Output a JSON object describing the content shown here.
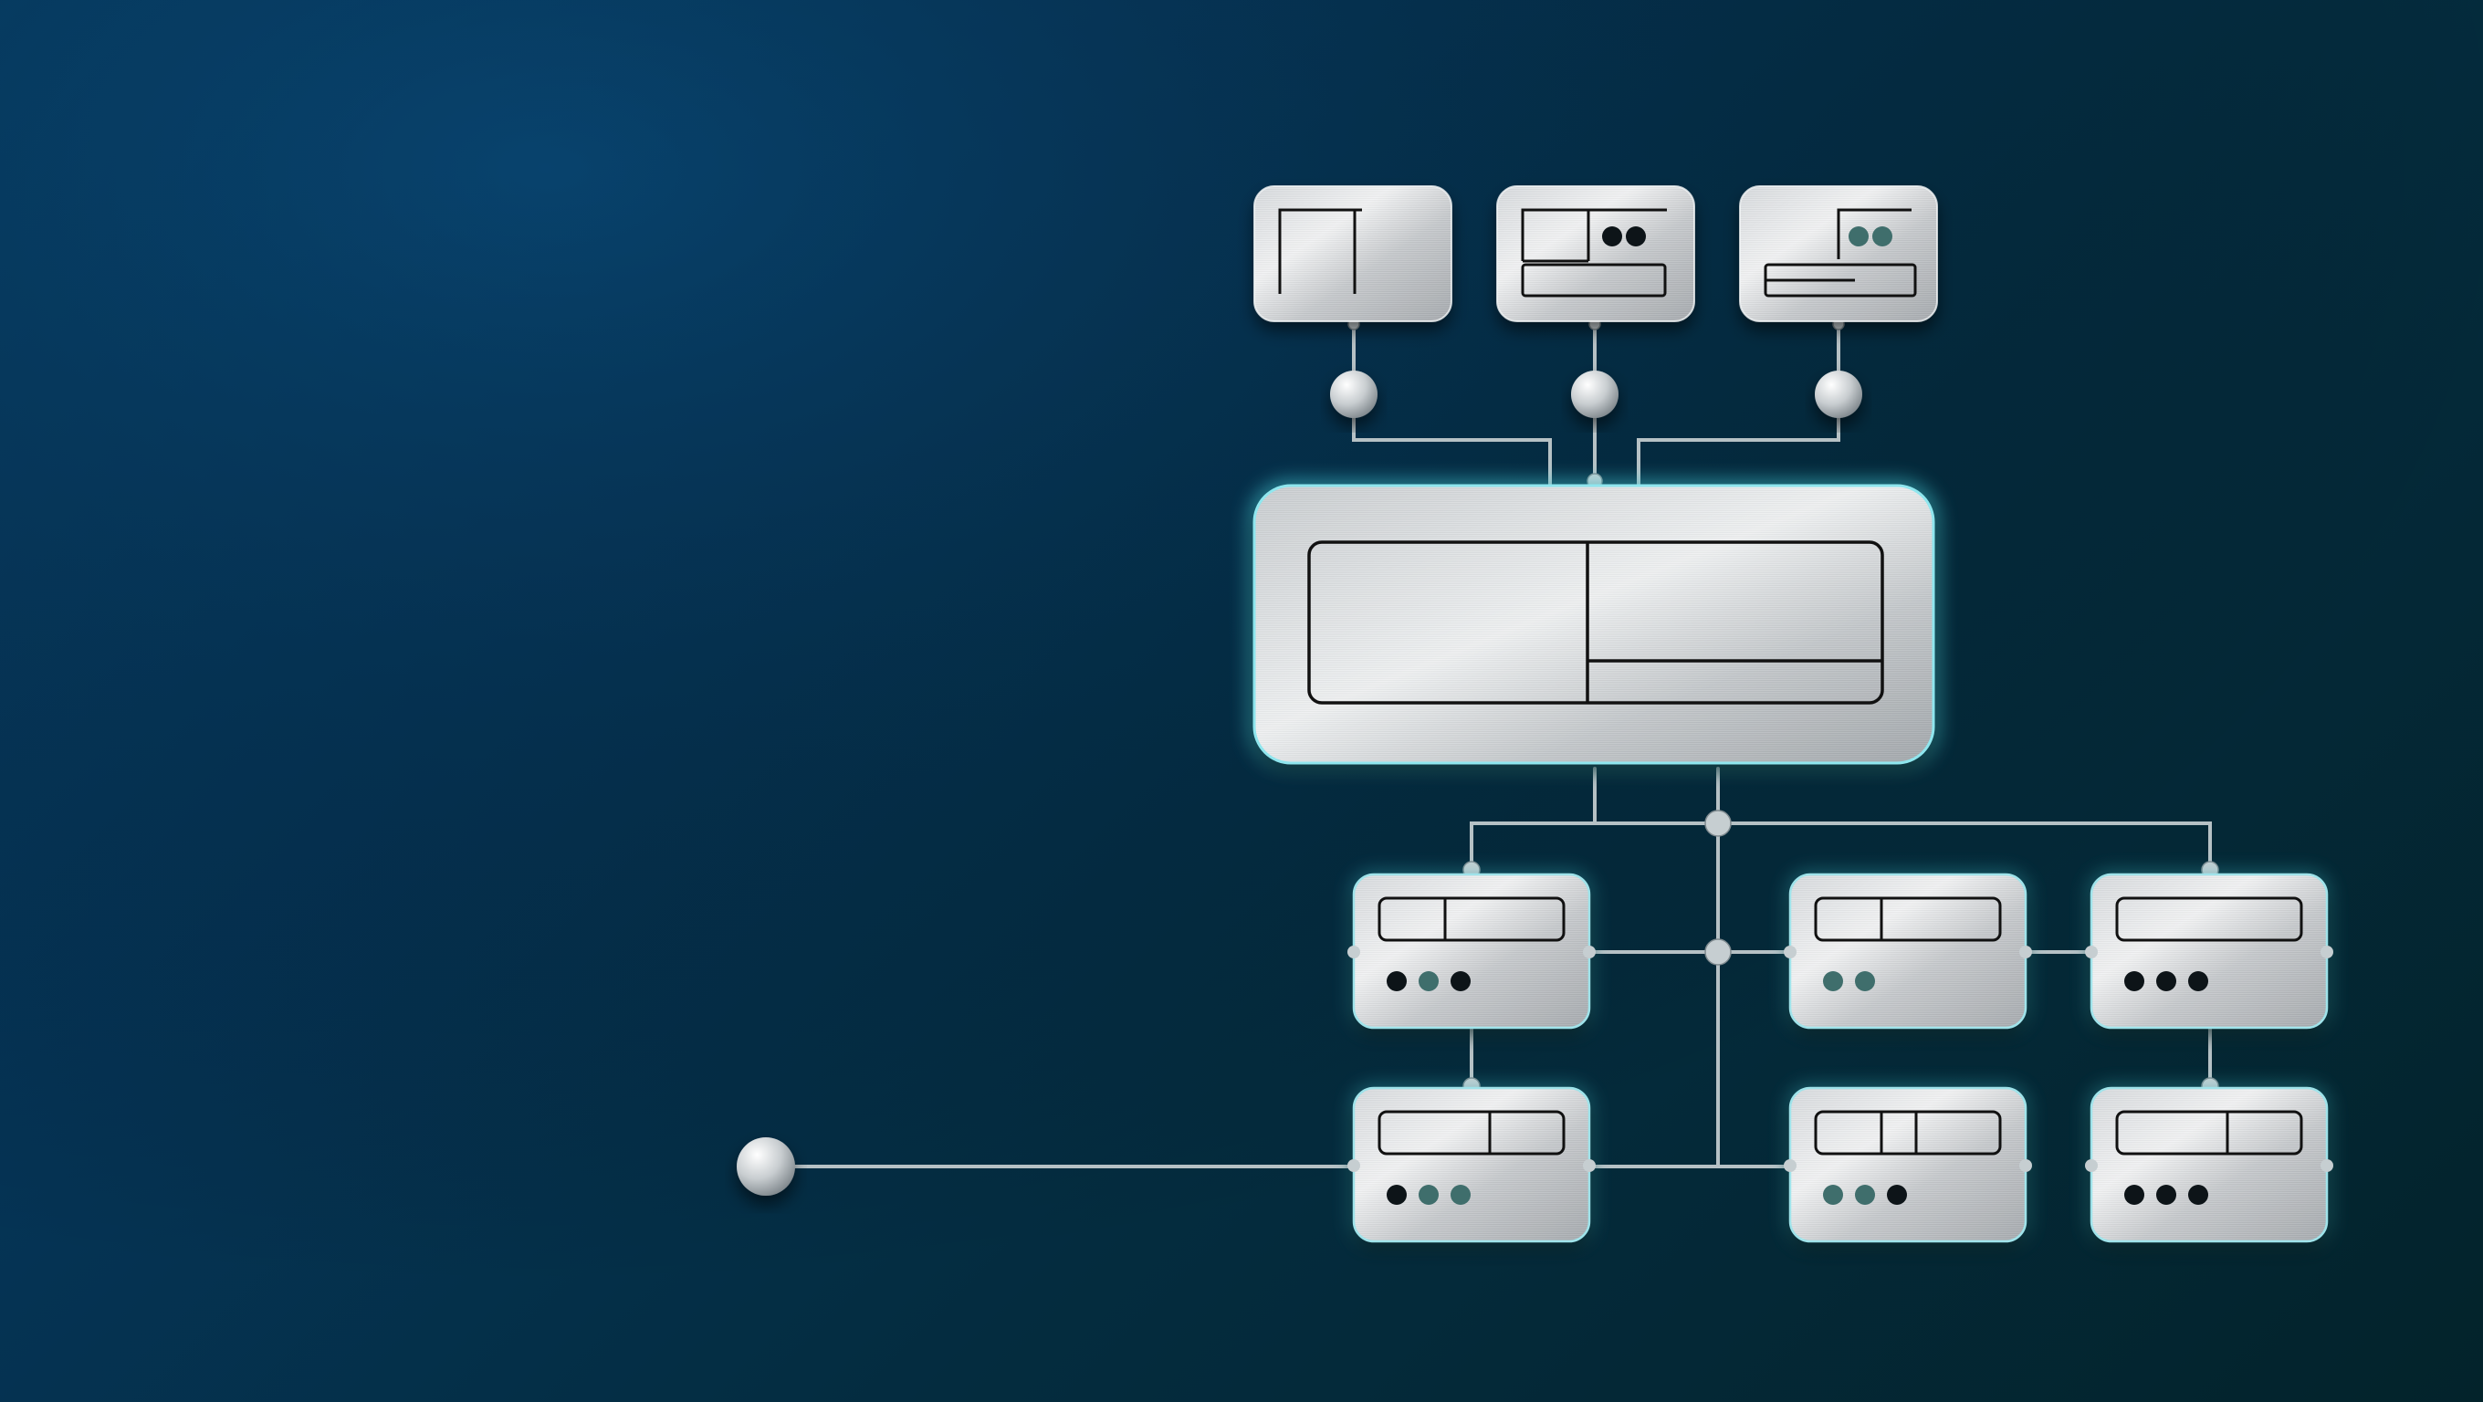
{
  "colors": {
    "background_top_left": "#063f68",
    "background_bottom_right": "#03232b",
    "panel_metal_light": "#e6e8ea",
    "panel_metal_dark": "#a9adb1",
    "connector_line": "#b9c3c7",
    "glow": "#49d6e0",
    "dot_dark": "#0d1418",
    "dot_teal": "#3f6e6c"
  },
  "diagram": {
    "top_modules": [
      {
        "icon": "single-divider-frame-icon",
        "dots": []
      },
      {
        "icon": "frame-with-bar-icon",
        "dots": [
          "dark",
          "dark"
        ]
      },
      {
        "icon": "frame-with-bar-icon",
        "dots": [
          "teal",
          "teal"
        ]
      }
    ],
    "central_module": {
      "icon": "split-panel-frame-icon"
    },
    "row_modules": [
      {
        "icon": "two-cell-bar-icon",
        "dots": [
          "dark",
          "teal",
          "dark"
        ]
      },
      {
        "icon": "two-cell-bar-icon",
        "dots": [
          "teal",
          "teal"
        ]
      },
      {
        "icon": "single-bar-icon",
        "dots": [
          "dark",
          "dark",
          "dark"
        ]
      },
      {
        "icon": "two-cell-bar-icon",
        "dots": [
          "dark",
          "teal",
          "teal"
        ]
      },
      {
        "icon": "three-cell-bar-icon",
        "dots": [
          "teal",
          "teal",
          "dark"
        ]
      },
      {
        "icon": "two-cell-bar-icon",
        "dots": [
          "dark",
          "dark",
          "dark"
        ]
      }
    ],
    "origin_node": {
      "icon": "sphere-node-icon"
    }
  }
}
